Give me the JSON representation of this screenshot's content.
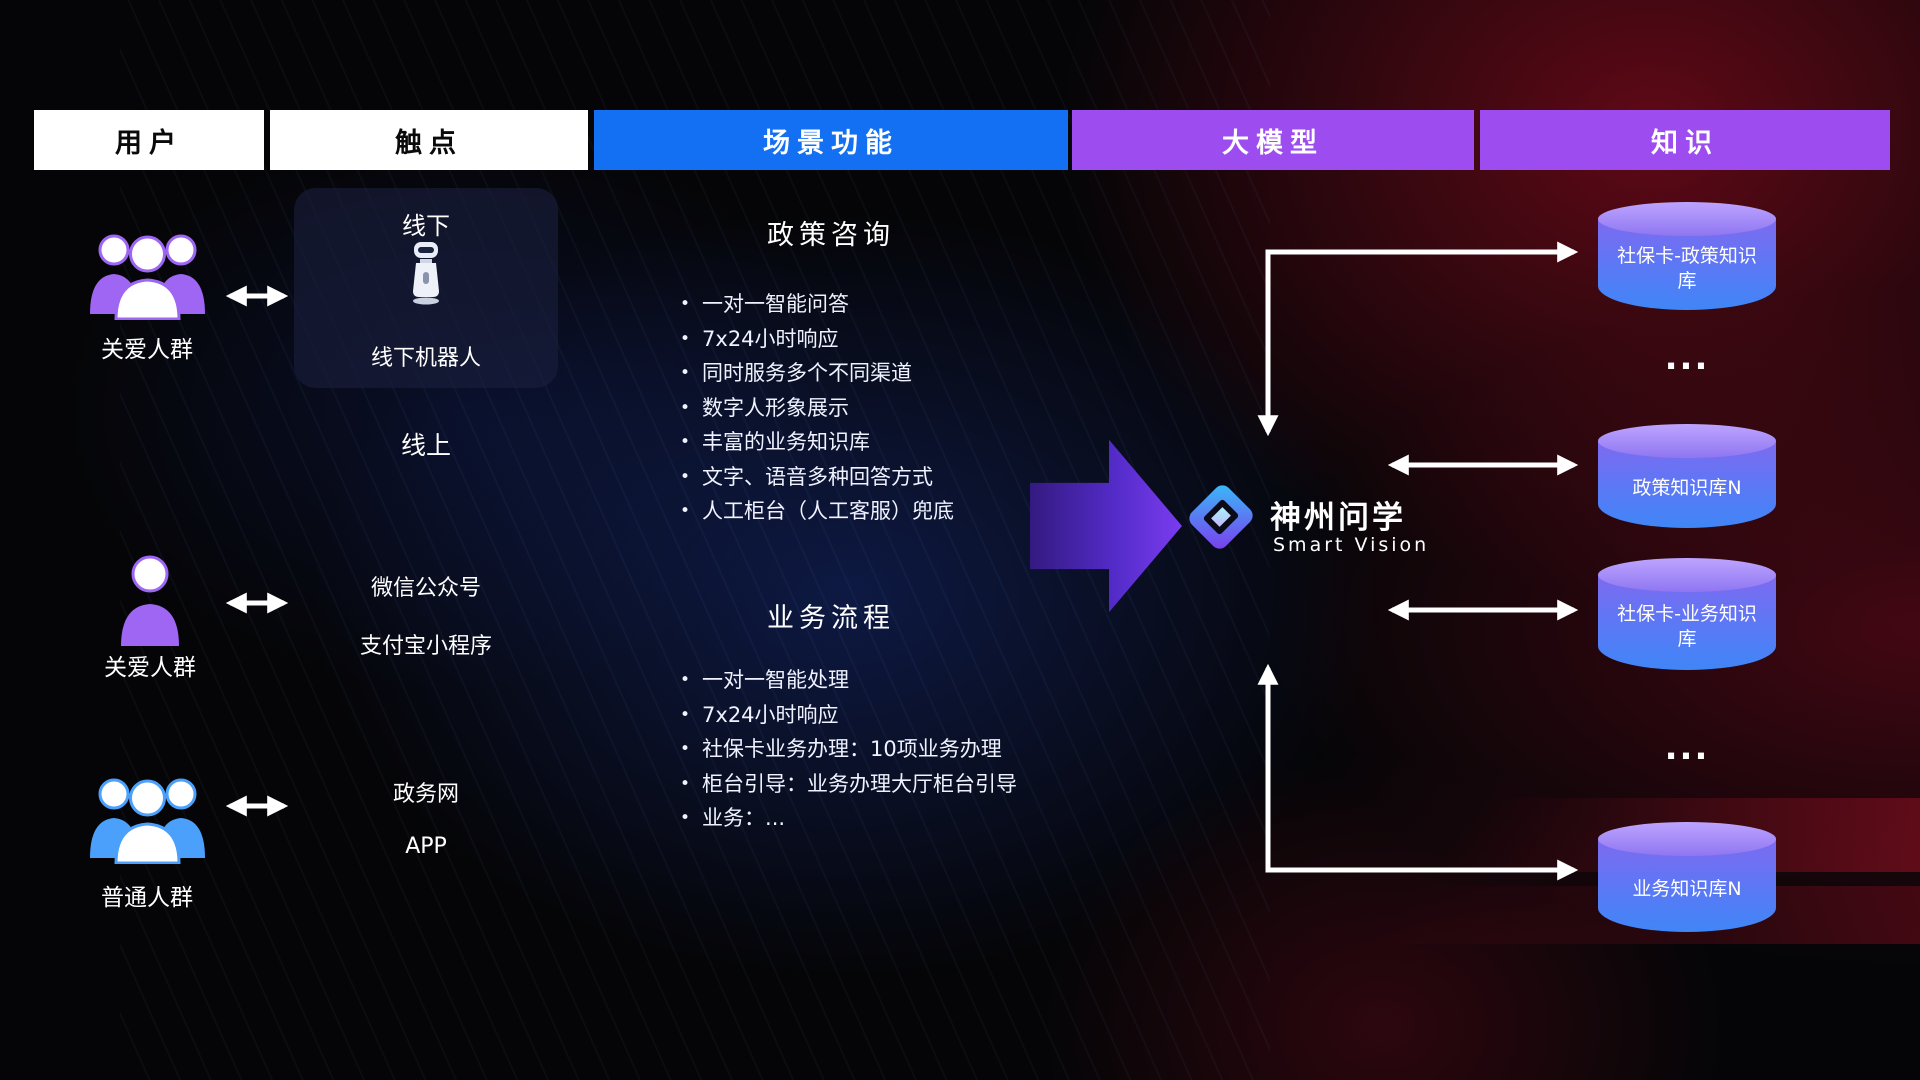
{
  "header": {
    "col_user": "用户",
    "col_touchpoint": "触点",
    "col_scenario": "场景功能",
    "col_model": "大模型",
    "col_knowledge": "知识"
  },
  "users": {
    "group1_label": "关爱人群",
    "group2_label": "关爱人群",
    "group3_label": "普通人群"
  },
  "touchpoints": {
    "offline_title": "线下",
    "offline_robot_label": "线下机器人",
    "online_title": "线上",
    "items": [
      "微信公众号",
      "支付宝小程序",
      "政务网",
      "APP"
    ]
  },
  "scenario": {
    "policy": {
      "title": "政策咨询",
      "items": [
        "一对一智能问答",
        "7x24小时响应",
        "同时服务多个不同渠道",
        "数字人形象展示",
        "丰富的业务知识库",
        "文字、语音多种回答方式",
        "人工柜台（人工客服）兜底"
      ]
    },
    "business": {
      "title": "业务流程",
      "items": [
        "一对一智能处理",
        "7x24小时响应",
        "社保卡业务办理：10项业务办理",
        "柜台引导：业务办理大厅柜台引导",
        "业务：..."
      ]
    }
  },
  "model": {
    "brand": "神州问学",
    "brand_sub": "Smart Vision"
  },
  "knowledge": {
    "db1": "社保卡-政策知识库",
    "db2": "政策知识库N",
    "db3": "社保卡-业务知识库",
    "db4": "业务知识库N",
    "ellipsis": "..."
  },
  "colors": {
    "scenario_header": "#1470f2",
    "model_header": "#9d4cf0",
    "knowledge_header": "#9d4cf0",
    "flow_arrow": "#532bc8",
    "db_top": "#bda4ff",
    "db_body_top": "#7e6af0",
    "db_body_bottom": "#3f86f7",
    "user_purple": "#9e66f2",
    "user_blue": "#4aa0fb"
  }
}
